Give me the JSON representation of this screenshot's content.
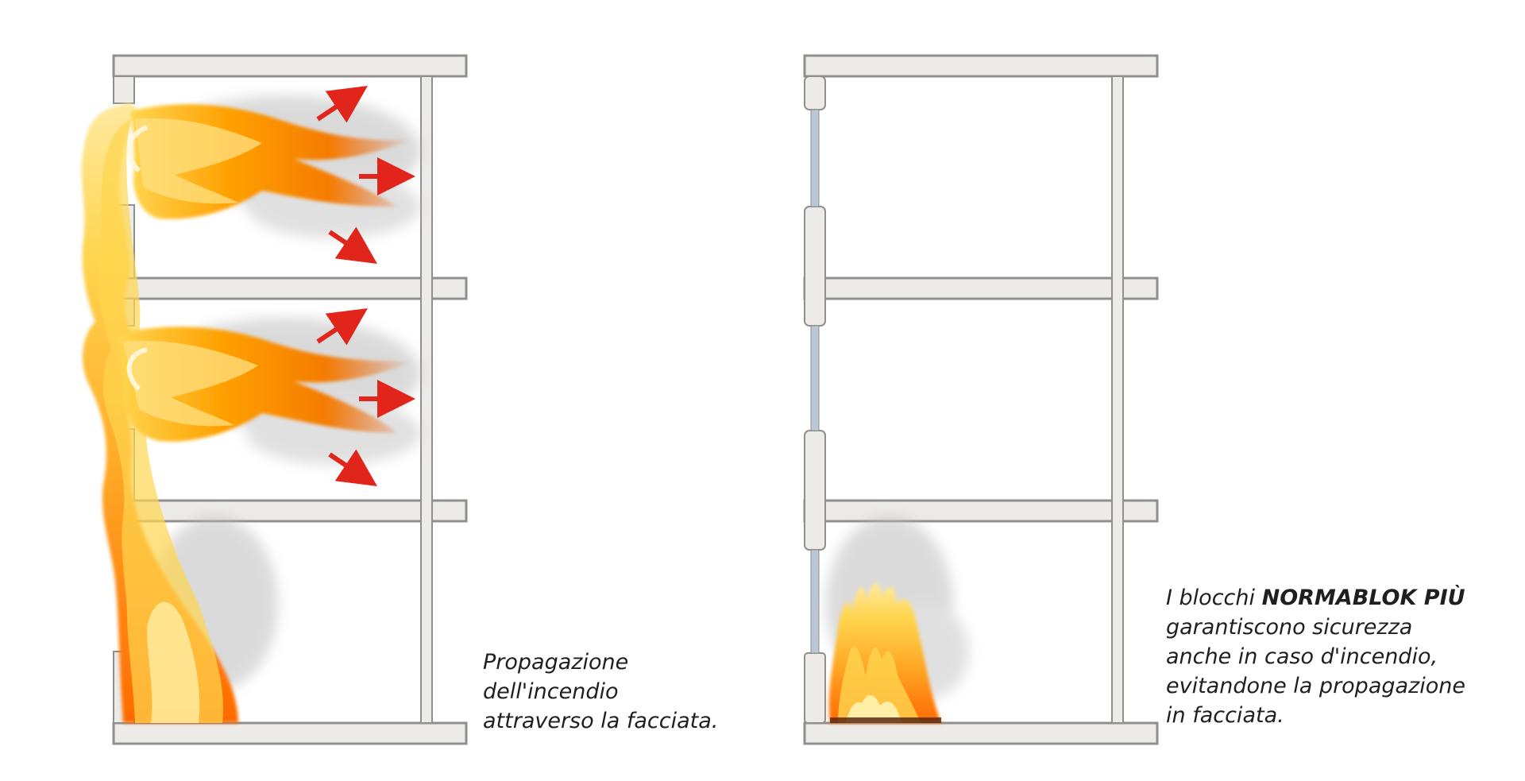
{
  "left_diagram": {
    "caption": "Propagazione\ndell'incendio\nattraverso la facciata."
  },
  "right_diagram": {
    "caption_intro": "I blocchi ",
    "caption_brand": "NORMABLOK PIÙ",
    "caption_rest": "\ngarantiscono sicurezza\nanche in caso d'incendio,\nevitandone la propagazione\nin facciata."
  },
  "colors": {
    "wall_fill": "#ecebe8",
    "wall_stroke": "#8f8f8f",
    "glass": "#b8c8d6",
    "arrow": "#e1251b",
    "flame_dark": "#e8541a",
    "flame_mid": "#f7941d",
    "flame_light": "#ffe27a",
    "smoke": "#bdbdbd"
  },
  "icons": [
    "fire-icon",
    "arrow-icon",
    "smoke-icon"
  ]
}
